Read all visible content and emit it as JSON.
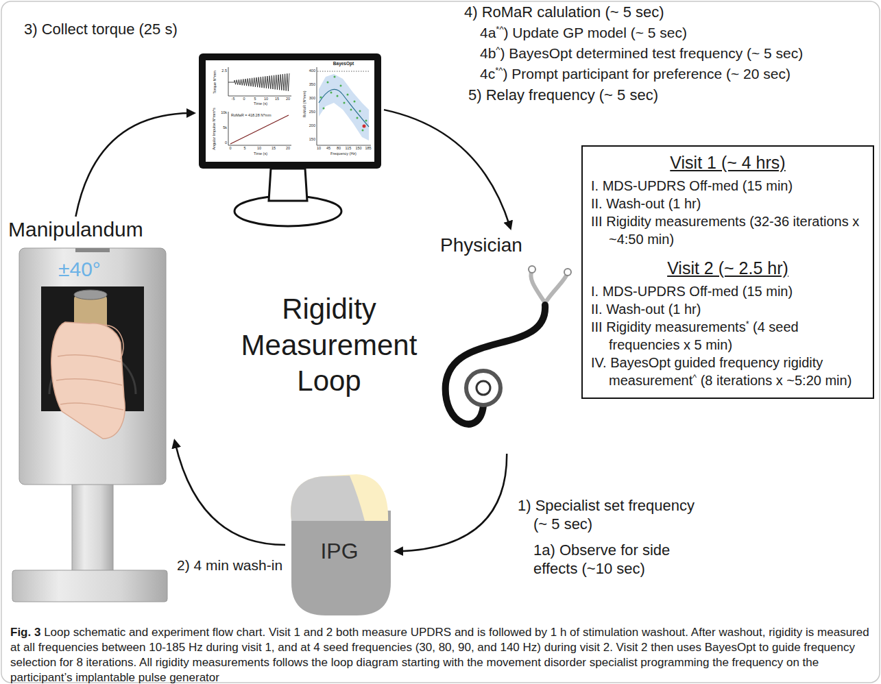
{
  "diagram": {
    "caption": "Fig. 3 Loop schematic and experiment flow chart. Visit 1 and 2 both measure UPDRS and is followed by 1 h of stimulation washout. After washout, rigidity is measured at all frequencies between 10-185 Hz during visit 1, and at 4 seed frequencies (30, 80, 90, and 140 Hz) during visit 2. Visit 2 then uses BayesOpt to guide frequency selection for 8 iterations. All rigidity measurements follows the loop diagram starting with the movement disorder specialist programming the frequency on the participant’s implantable pulse generator",
    "nodes": [
      {
        "text": [
          "Manipulandum",
          "±40°"
        ]
      },
      {
        "text": [
          "Torque N*mm",
          "2.5",
          "-5",
          "0",
          "5",
          "10",
          "15",
          "20",
          "Time (s)",
          "Angular Impulse N*mm*s",
          "10k",
          "5k",
          "0",
          "RoMaR = 418.28 N*mm",
          "0",
          "5",
          "10",
          "15",
          "20",
          "Time (s)",
          "BayesOpt",
          "400",
          "350",
          "300",
          "250",
          "200",
          "150",
          "RoMaR (N*mm)",
          "10",
          "45",
          "80",
          "115",
          "150",
          "185",
          "Frequency (Hz)"
        ]
      },
      {
        "text": [
          "Physician"
        ]
      },
      {
        "text": [
          "IPG"
        ]
      },
      {
        "text": [
          "Visit 1 (~ 4 hrs)",
          "I. MDS-UPDRS Off-med (15 min)",
          "II. Wash-out (1 hr)",
          "III Rigidity measurements (32-36 iterations x ~4:50 min)",
          "Visit 2 (~ 2.5 hr)",
          "I. MDS-UPDRS Off-med (15 min)",
          "II. Wash-out (1 hr)",
          "III Rigidity measurements* (4 seed frequencies x 5 min)",
          "IV. BayesOpt guided frequency rigidity measurement^ (8 iterations x ~5:20 min)"
        ]
      }
    ],
    "edges": [
      {
        "from": 0,
        "to": 1,
        "arrow": "to"
      },
      {
        "from": 1,
        "to": 2,
        "arrow": "to"
      },
      {
        "from": 2,
        "to": 3,
        "arrow": "to"
      },
      {
        "from": 3,
        "to": 0,
        "arrow": "to"
      }
    ],
    "labels": [
      "3) Collect torque (25 s)",
      "4) RoMaR calulation (~ 5 sec)",
      "4a*^) Update GP model (~ 5 sec)",
      "4b^) BayesOpt determined test frequency (~ 5 sec)",
      "4c*^) Prompt participant for preference (~ 20 sec)",
      "5) Relay frequency (~ 5 sec)",
      "Rigidity Measurement Loop",
      "1) Specialist set frequency (~ 5 sec)",
      "1a) Observe for side effects (~10 sec)",
      "2) 4 min wash-in"
    ]
  }
}
